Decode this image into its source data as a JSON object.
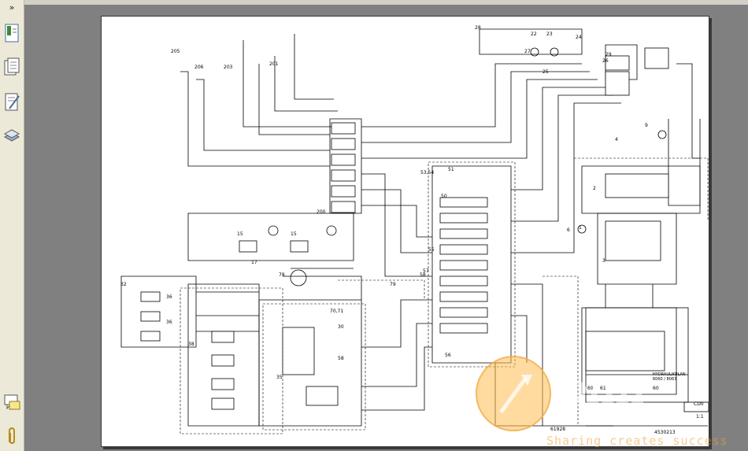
{
  "sidebar": {
    "collapse_label": "»",
    "tools": [
      "bookmarks-icon",
      "pages-icon",
      "comments-icon",
      "layers-icon"
    ],
    "bottom_tools": [
      "annotations-icon",
      "attachments-icon"
    ]
  },
  "diagram": {
    "component_labels": [
      "205",
      "206",
      "203",
      "201",
      "28",
      "22",
      "23",
      "24",
      "27",
      "25",
      "29",
      "26",
      "200",
      "53,54",
      "51",
      "50",
      "15",
      "15",
      "55",
      "17",
      "2",
      "1",
      "6",
      "3",
      "4",
      "9",
      "78",
      "79",
      "57",
      "58",
      "32",
      "36",
      "36",
      "38",
      "35",
      "70,71",
      "56",
      "30",
      "58",
      "69",
      "61",
      "60"
    ],
    "title_block": {
      "title": "HYDRAULIKPLAN",
      "subtitle": "6060 / 8063",
      "code": "CD0",
      "number": "4530213",
      "revision": "1:1",
      "ref": "61928"
    }
  },
  "watermark": {
    "brand": "DHH",
    "tagline": "Sharing creates success"
  }
}
